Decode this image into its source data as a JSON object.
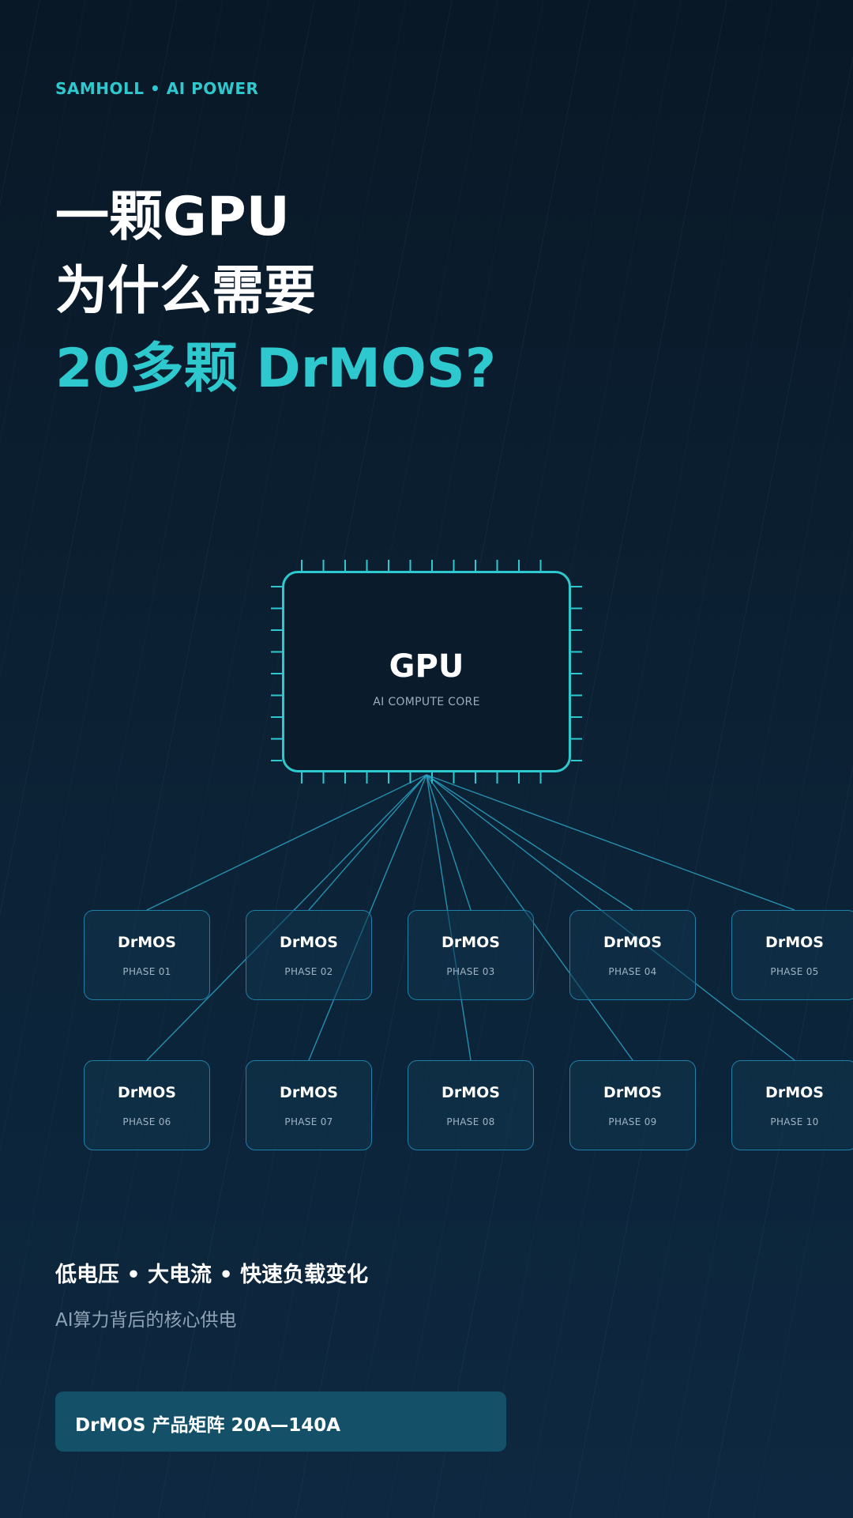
{
  "brand": "SAMHOLL • AI POWER",
  "headline": {
    "line1": "一颗GPU",
    "line2": "为什么需要",
    "line3": "20多颗 DrMOS?"
  },
  "gpu": {
    "title": "GPU",
    "subtitle": "AI COMPUTE CORE"
  },
  "drmos_modules": [
    {
      "name": "DrMOS",
      "phase": "PHASE 01"
    },
    {
      "name": "DrMOS",
      "phase": "PHASE 02"
    },
    {
      "name": "DrMOS",
      "phase": "PHASE 03"
    },
    {
      "name": "DrMOS",
      "phase": "PHASE 04"
    },
    {
      "name": "DrMOS",
      "phase": "PHASE 05"
    },
    {
      "name": "DrMOS",
      "phase": "PHASE 06"
    },
    {
      "name": "DrMOS",
      "phase": "PHASE 07"
    },
    {
      "name": "DrMOS",
      "phase": "PHASE 08"
    },
    {
      "name": "DrMOS",
      "phase": "PHASE 09"
    },
    {
      "name": "DrMOS",
      "phase": "PHASE 10"
    }
  ],
  "features": "低电压 • 大电流 • 快速负载变化",
  "tagline": "AI算力背后的核心供电",
  "cta": {
    "label": "DrMOS 产品矩阵 20A—140A"
  },
  "colors": {
    "accent": "#2ec8cf",
    "background": "#0b1e30",
    "chip_border": "#1f7fa8",
    "connector": "#2aa3c4",
    "cta_background": "#145168"
  }
}
